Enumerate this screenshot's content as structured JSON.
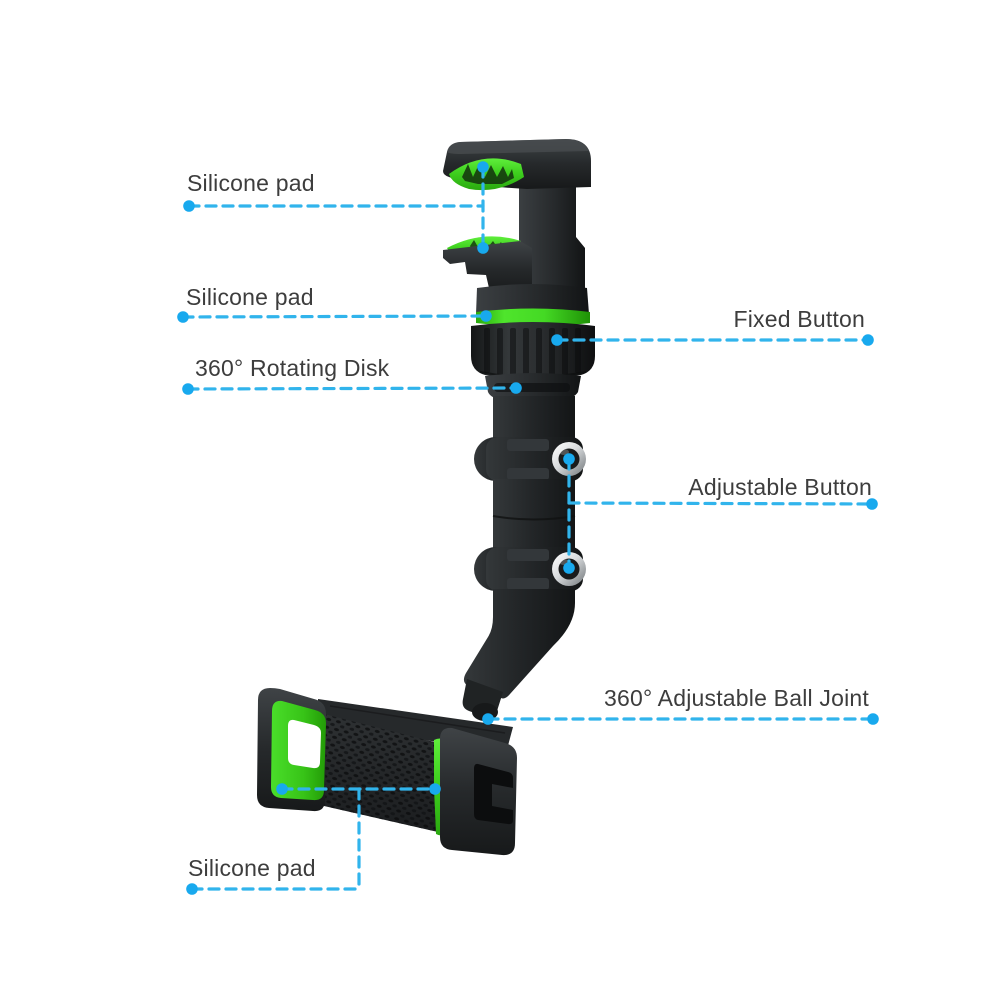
{
  "image_type": "annotated product diagram",
  "labels": {
    "silicone_pad_top": "Silicone pad",
    "silicone_pad_mid": "Silicone pad",
    "rotating_disk": "360° Rotating Disk",
    "fixed_button": "Fixed Button",
    "adjustable_button": "Adjustable Button",
    "ball_joint": "360° Adjustable Ball Joint",
    "silicone_pad_bottom": "Silicone pad"
  },
  "colors": {
    "accent": "#31b4ec",
    "dot": "#18a9ee",
    "green": "#3fd01f",
    "plastic": "#222527",
    "label_text": "#3d3d3d",
    "background": "#ffffff"
  }
}
